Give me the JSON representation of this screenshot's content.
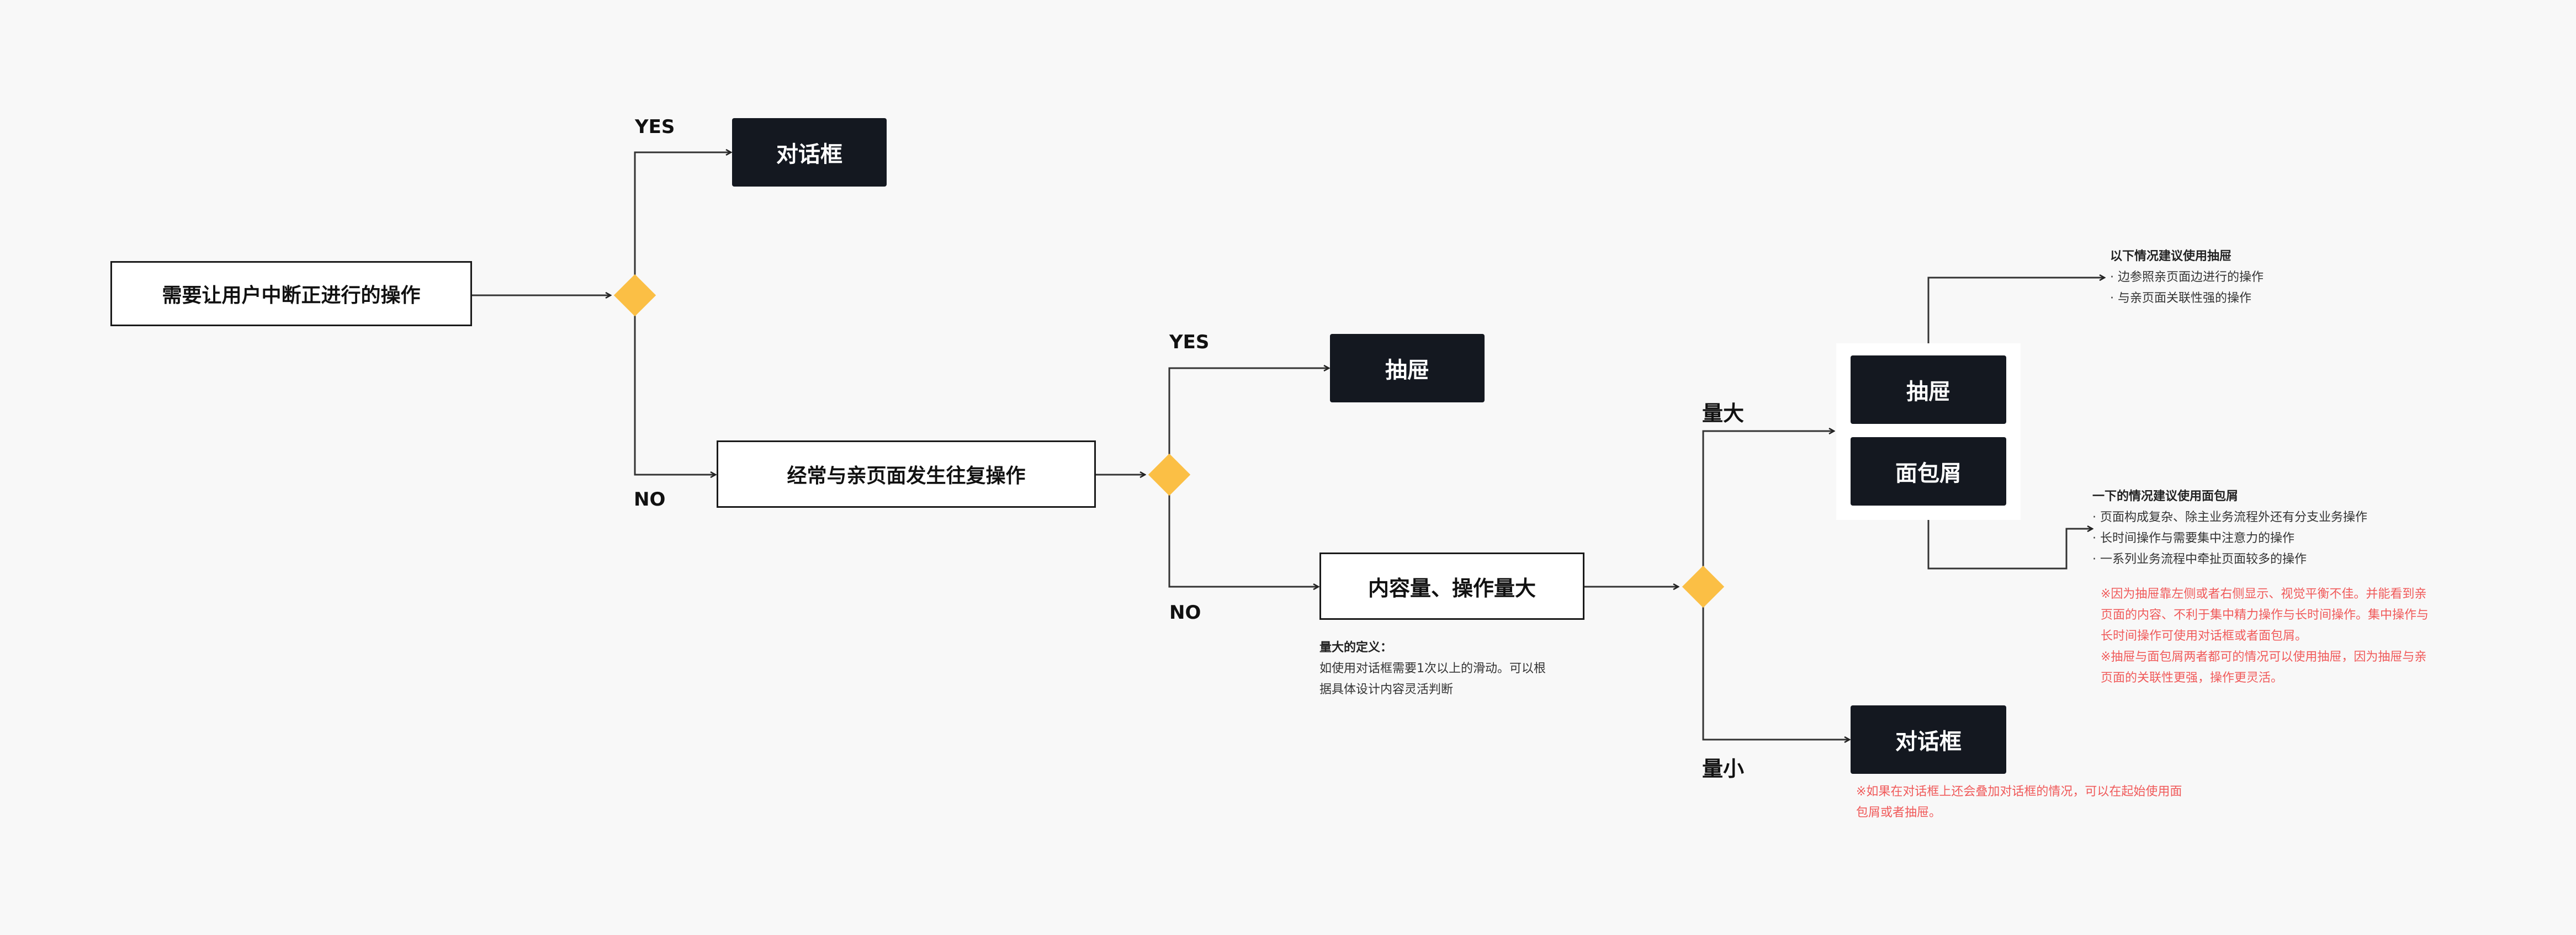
{
  "nodes": {
    "start": "需要让用户中断正进行的操作",
    "dialog1": "对话框",
    "q2": "经常与亲页面发生往复操作",
    "drawer1": "抽屉",
    "q3": "内容量、操作量大",
    "drawer2": "抽屉",
    "breadcrumb": "面包屑",
    "dialog2": "对话框"
  },
  "labels": {
    "yes1": "YES",
    "no1": "NO",
    "yes2": "YES",
    "no2": "NO",
    "large": "量大",
    "small": "量小"
  },
  "notes": {
    "definition": {
      "title": "量大的定义：",
      "lines": [
        "如使用对话框需要1次以上的滑动。可以根",
        "据具体设计内容灵活判断"
      ]
    },
    "drawer_usage": {
      "title": "以下情况建议使用抽屉",
      "lines": [
        "· 边参照亲页面边进行的操作",
        "· 与亲页面关联性强的操作"
      ]
    },
    "breadcrumb_usage": {
      "title": "一下的情况建议使用面包屑",
      "lines": [
        "· 页面构成复杂、除主业务流程外还有分支业务操作",
        "· 长时间操作与需要集中注意力的操作",
        "· 一系列业务流程中牵扯页面较多的操作"
      ]
    },
    "red_note_1": [
      "※因为抽屉靠左侧或者右侧显示、视觉平衡不佳。并能看到亲",
      "页面的内容、不利于集中精力操作与长时间操作。集中操作与",
      "长时间操作可使用对话框或者面包屑。",
      "※抽屉与面包屑两者都可的情况可以使用抽屉，因为抽屉与亲",
      "页面的关联性更强，操作更灵活。"
    ],
    "red_note_2": [
      "※如果在对话框上还会叠加对话框的情况，可以在起始使用面",
      "包屑或者抽屉。"
    ]
  },
  "colors": {
    "background": "#f8f8f8",
    "dark_box": "#141820",
    "decision_diamond": "#fbbf45",
    "warning_text": "#f05a5a"
  }
}
